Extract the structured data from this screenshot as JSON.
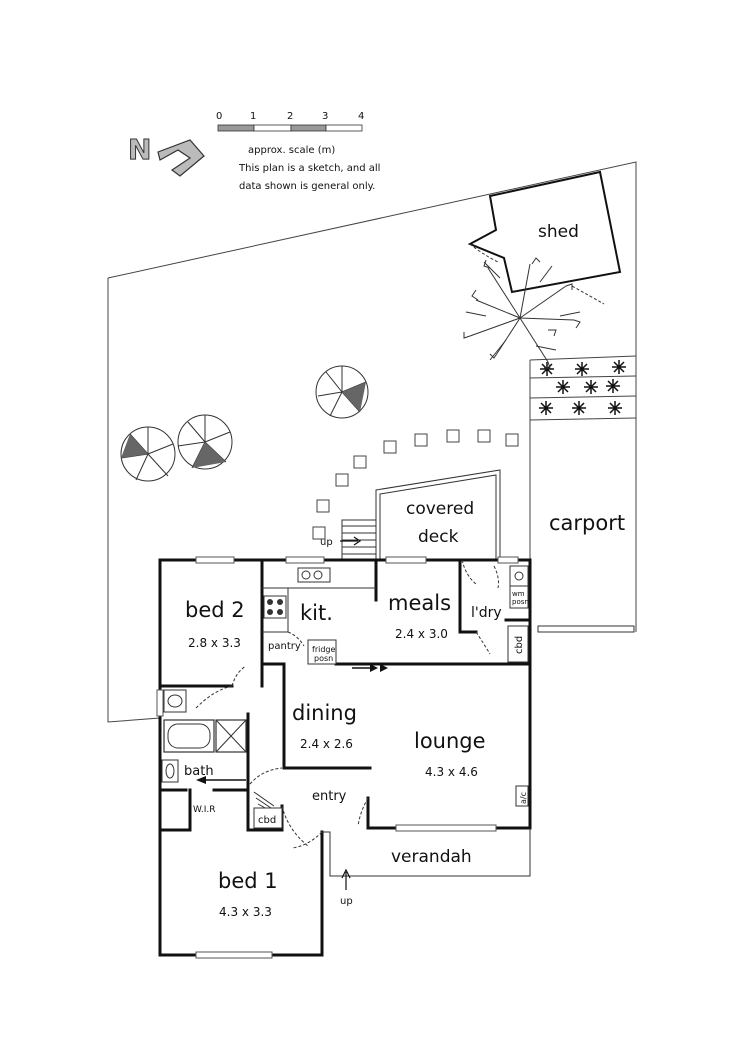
{
  "scale": {
    "ticks": [
      "0",
      "1",
      "2",
      "3",
      "4"
    ],
    "caption": "approx. scale (m)",
    "disclaimer_line1": "This plan is a sketch, and all",
    "disclaimer_line2": "data shown is general only."
  },
  "north": {
    "letter": "N",
    "icon": "north-arrow-icon"
  },
  "rooms": {
    "shed": {
      "name": "shed"
    },
    "carport": {
      "name": "carport"
    },
    "covered_deck": {
      "name_line1": "covered",
      "name_line2": "deck"
    },
    "bed2": {
      "name": "bed 2",
      "dims": "2.8 x 3.3"
    },
    "kitchen": {
      "name": "kit."
    },
    "pantry": {
      "name": "pantry"
    },
    "fridge": {
      "line1": "fridge",
      "line2": "posn"
    },
    "meals": {
      "name": "meals",
      "dims": "2.4 x 3.0"
    },
    "laundry": {
      "name": "l'dry"
    },
    "wm": {
      "line1": "wm",
      "line2": "posn"
    },
    "cbd_laundry": {
      "name": "cbd"
    },
    "dining": {
      "name": "dining",
      "dims": "2.4 x 2.6"
    },
    "lounge": {
      "name": "lounge",
      "dims": "4.3 x 4.6"
    },
    "ac": {
      "name": "a/c"
    },
    "bath": {
      "name": "bath"
    },
    "wir": {
      "name": "W.I.R"
    },
    "cbd_entry": {
      "name": "cbd"
    },
    "entry": {
      "name": "entry"
    },
    "bed1": {
      "name": "bed 1",
      "dims": "4.3 x 3.3"
    },
    "verandah": {
      "name": "verandah"
    }
  },
  "stairs": {
    "up_deck": "up",
    "up_verandah": "up"
  },
  "colors": {
    "ink": "#111111",
    "scale_dark": "#999999",
    "scale_light": "#ffffff",
    "background": "#ffffff"
  }
}
